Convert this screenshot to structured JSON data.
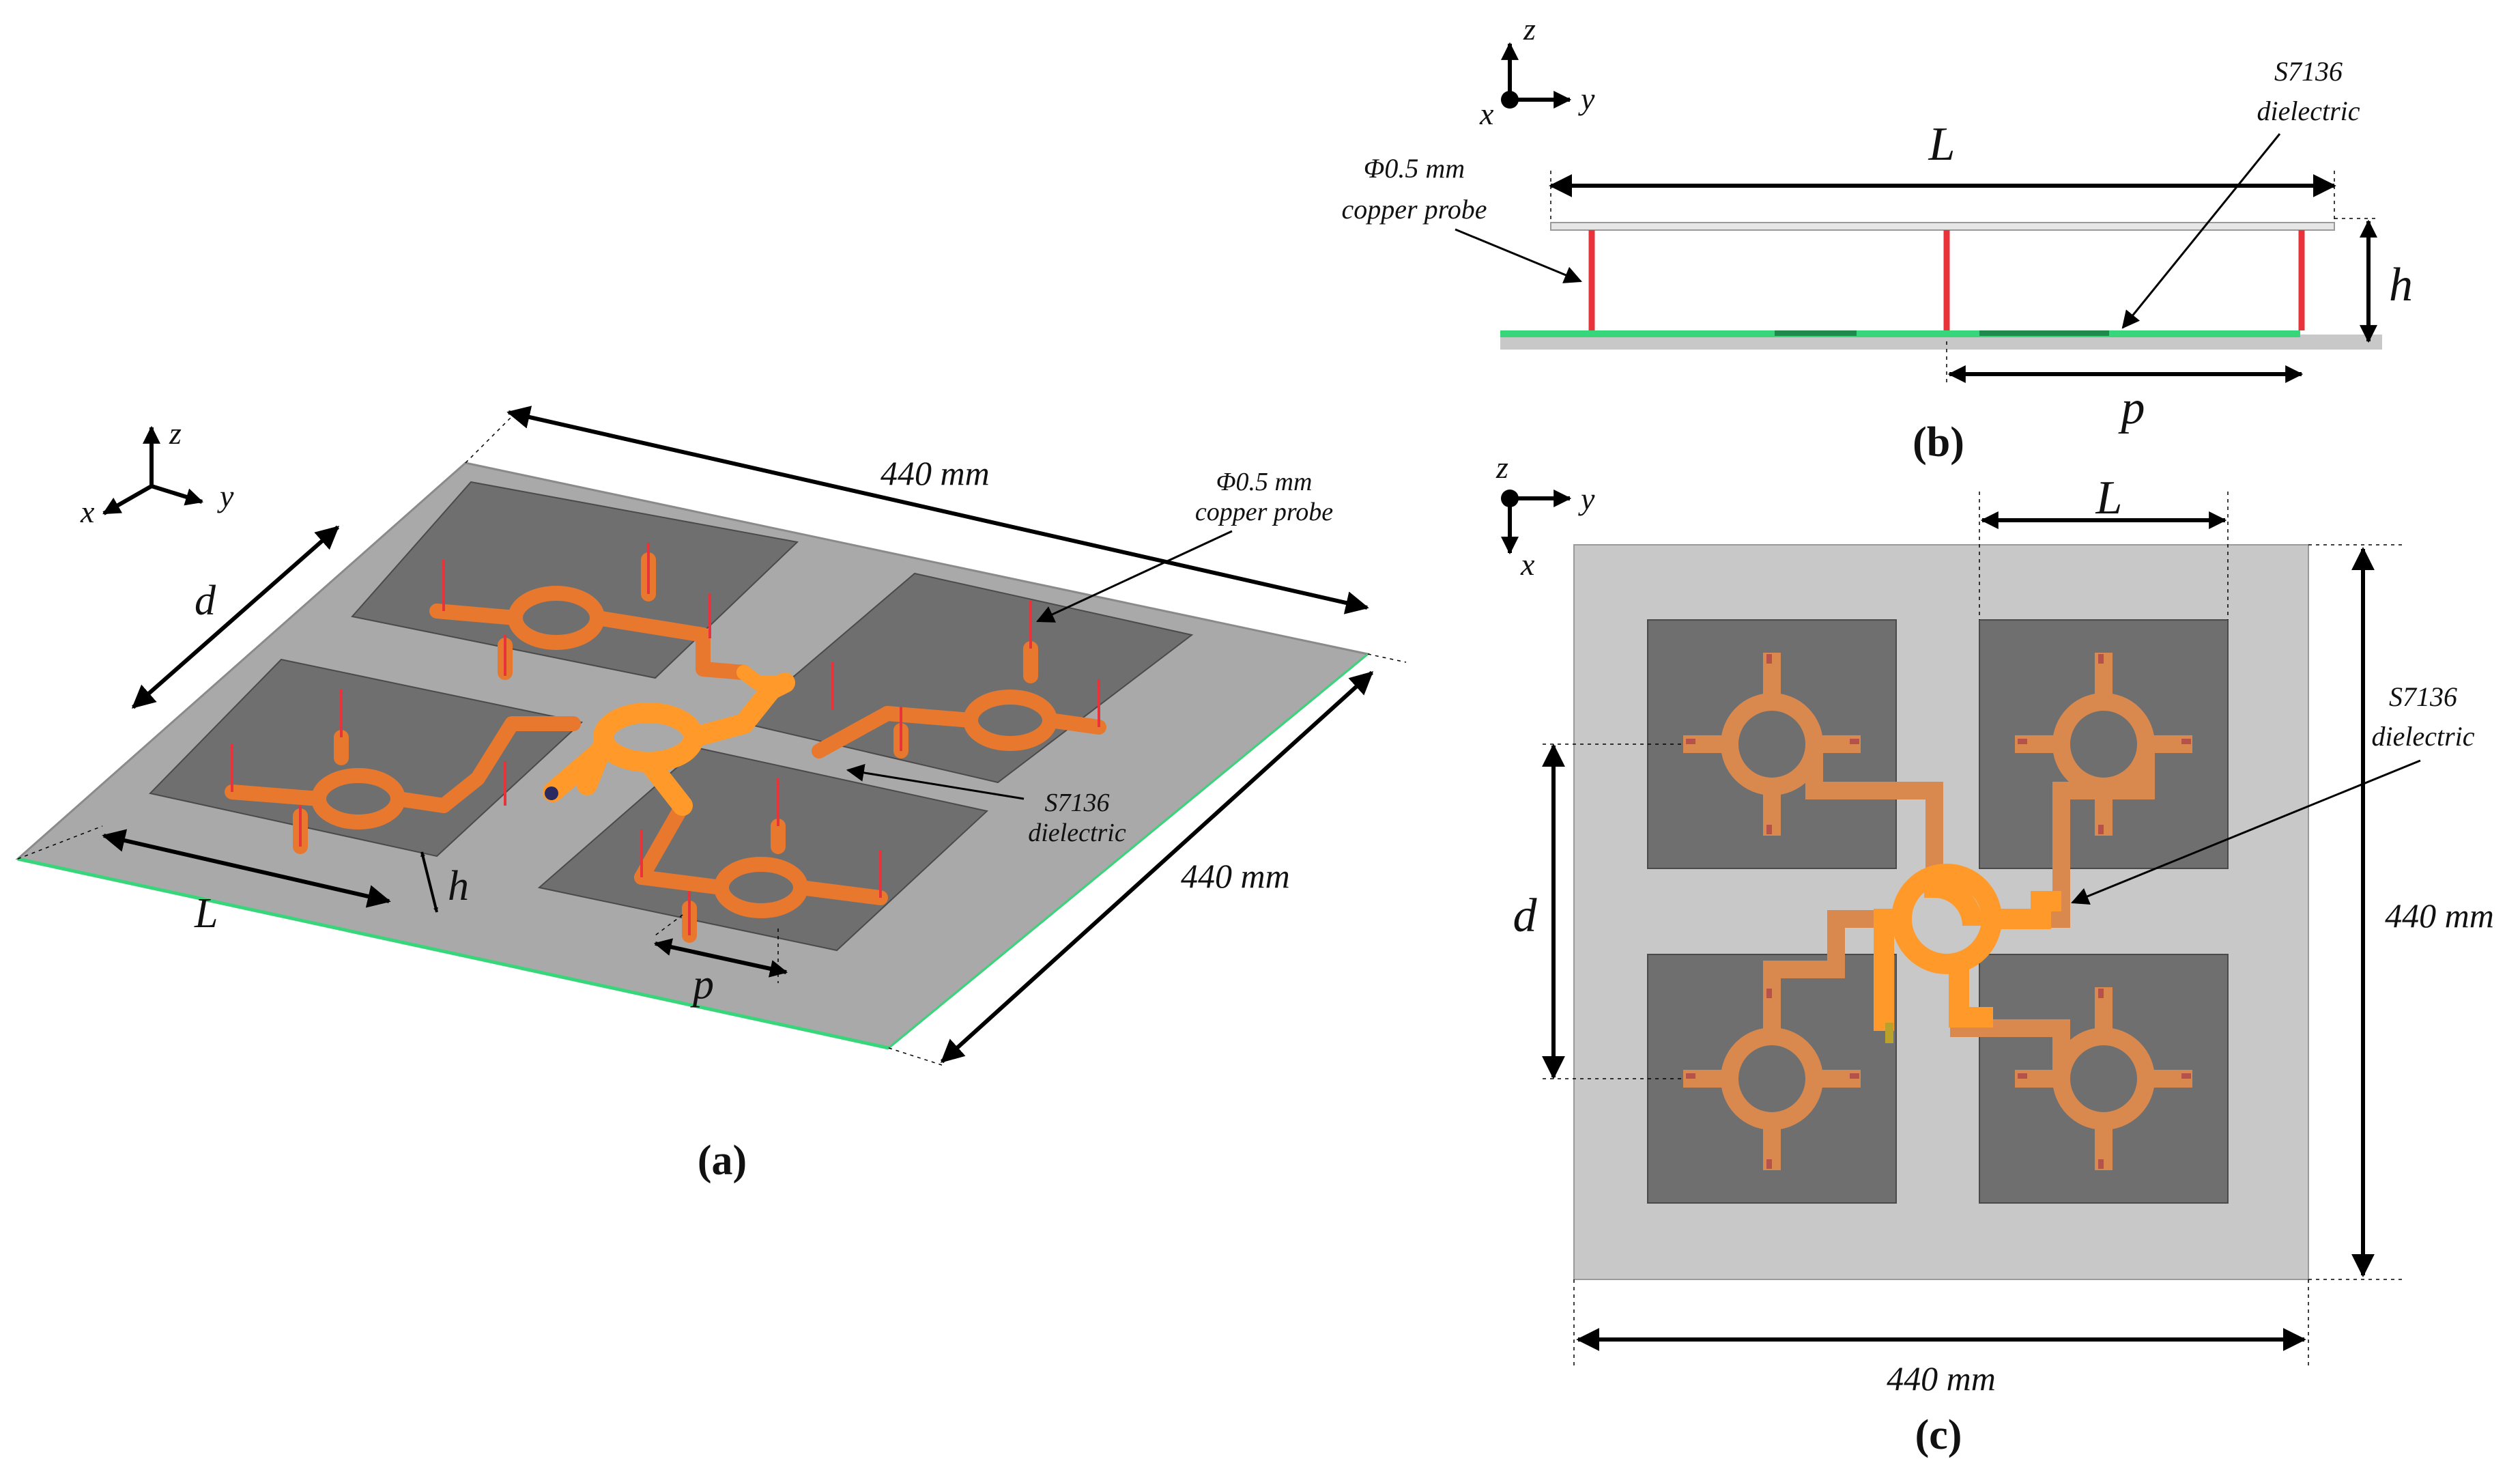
{
  "colors": {
    "background": "#ffffff",
    "ground_plane": "#a9a9a9",
    "ground_plane_top_view": "#c8c8c8",
    "patch": "#6f6f6f",
    "feed_line": "#e8782e",
    "feed_line_bright": "#ff9a2a",
    "probe": "#e8333a",
    "dielectric_edge": "#38d67a",
    "arrow": "#000000"
  },
  "panel_a": {
    "caption": "(a)",
    "width_label": "440 mm",
    "depth_label": "440 mm",
    "probe_label_line1": "Φ0.5 mm",
    "probe_label_line2": "copper probe",
    "dielectric_label_line1": "S7136",
    "dielectric_label_line2": "dielectric",
    "d_label": "d",
    "L_label": "L",
    "h_label": "h",
    "p_label": "p",
    "axis_z": "z",
    "axis_y": "y",
    "axis_x": "x"
  },
  "panel_b": {
    "caption": "(b)",
    "L_label": "L",
    "h_label": "h",
    "p_label": "p",
    "probe_label_line1": "Φ0.5 mm",
    "probe_label_line2": "copper probe",
    "dielectric_label_line1": "S7136",
    "dielectric_label_line2": "dielectric",
    "axis_z": "z",
    "axis_y": "y",
    "axis_x": "x"
  },
  "panel_c": {
    "caption": "(c)",
    "L_label": "L",
    "d_label": "d",
    "width_label": "440 mm",
    "height_label": "440 mm",
    "dielectric_label_line1": "S7136",
    "dielectric_label_line2": "dielectric",
    "axis_z": "z",
    "axis_y": "y",
    "axis_x": "x"
  }
}
